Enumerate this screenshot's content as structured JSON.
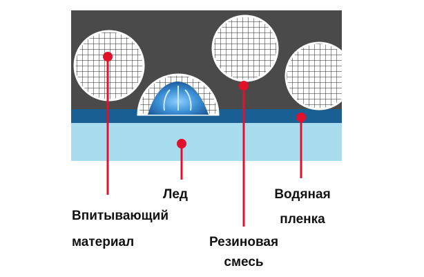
{
  "diagram": {
    "labels": {
      "absorbent_line1": "Впитывающий",
      "absorbent_line2": "материал",
      "ice": "Лед",
      "rubber_line1": "Резиновая",
      "rubber_line2": "смесь",
      "water_line1": "Водяная",
      "water_line2": "пленка"
    },
    "colors": {
      "rubber": "#4a4a4a",
      "water_film": "#1a5f94",
      "ice": "#a9dcef",
      "pointer": "#e0122b",
      "grid_line": "#222222",
      "pore_fill": "#ffffff",
      "droplet": "#3b8fd4"
    }
  }
}
